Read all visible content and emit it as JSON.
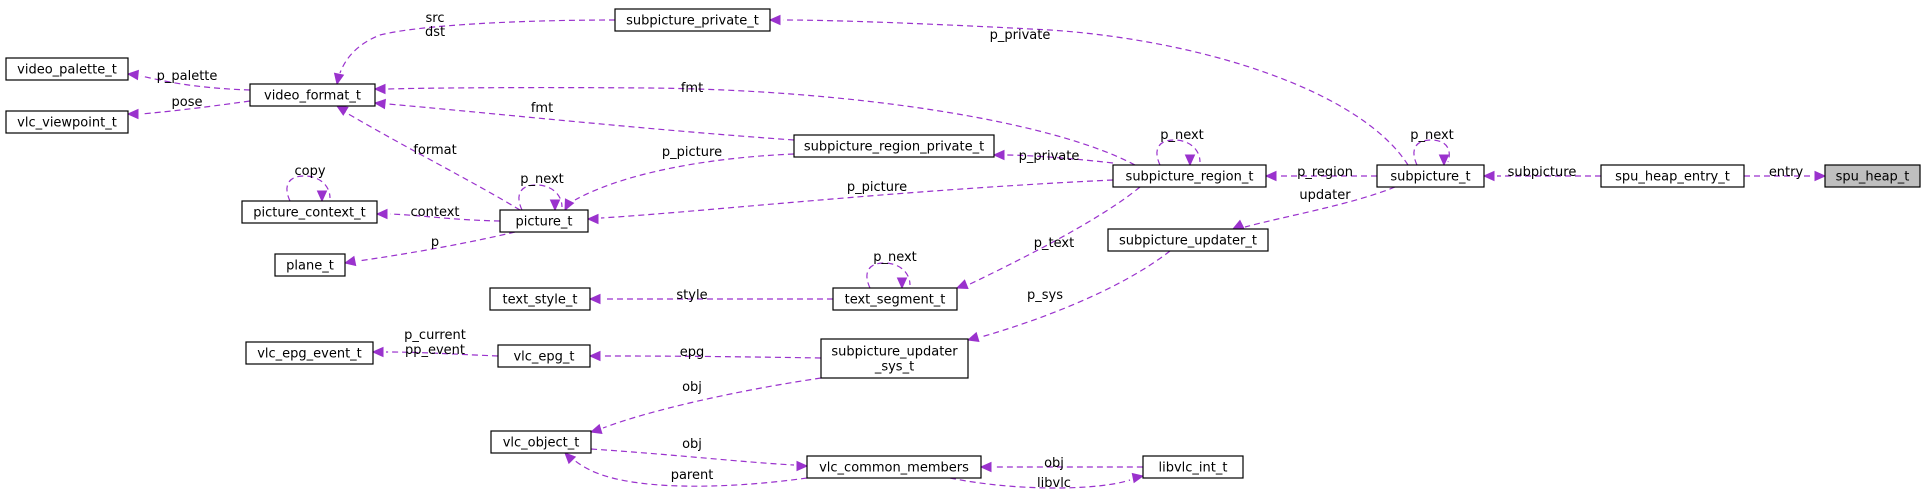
{
  "nodes": [
    {
      "id": "spu_heap_t",
      "label": "spu_heap_t",
      "root": true
    },
    {
      "id": "spu_heap_entry_t",
      "label": "spu_heap_entry_t"
    },
    {
      "id": "subpicture_t",
      "label": "subpicture_t"
    },
    {
      "id": "subpicture_private_t",
      "label": "subpicture_private_t"
    },
    {
      "id": "subpicture_region_t",
      "label": "subpicture_region_t"
    },
    {
      "id": "subpicture_updater_t",
      "label": "subpicture_updater_t"
    },
    {
      "id": "subpicture_region_private_t",
      "label": "subpicture_region_private_t"
    },
    {
      "id": "video_format_t",
      "label": "video_format_t"
    },
    {
      "id": "video_palette_t",
      "label": "video_palette_t"
    },
    {
      "id": "vlc_viewpoint_t",
      "label": "vlc_viewpoint_t"
    },
    {
      "id": "picture_context_t",
      "label": "picture_context_t"
    },
    {
      "id": "picture_t",
      "label": "picture_t"
    },
    {
      "id": "plane_t",
      "label": "plane_t"
    },
    {
      "id": "text_style_t",
      "label": "text_style_t"
    },
    {
      "id": "text_segment_t",
      "label": "text_segment_t"
    },
    {
      "id": "vlc_epg_event_t",
      "label": "vlc_epg_event_t"
    },
    {
      "id": "vlc_epg_t",
      "label": "vlc_epg_t"
    },
    {
      "id": "subpicture_updater_sys_t",
      "label": "subpicture_updater\n_sys_t"
    },
    {
      "id": "vlc_object_t",
      "label": "vlc_object_t"
    },
    {
      "id": "vlc_common_members",
      "label": "vlc_common_members"
    },
    {
      "id": "libvlc_int_t",
      "label": "libvlc_int_t"
    }
  ],
  "edges": [
    {
      "from": "spu_heap_entry_t",
      "to": "spu_heap_t",
      "label": "entry"
    },
    {
      "from": "subpicture_t",
      "to": "spu_heap_entry_t",
      "label": "subpicture"
    },
    {
      "from": "subpicture_t",
      "to": "subpicture_t",
      "label": "p_next"
    },
    {
      "from": "subpicture_private_t",
      "to": "subpicture_t",
      "label": "p_private"
    },
    {
      "from": "subpicture_region_t",
      "to": "subpicture_t",
      "label": "p_region"
    },
    {
      "from": "subpicture_updater_t",
      "to": "subpicture_t",
      "label": "updater"
    },
    {
      "from": "subpicture_region_t",
      "to": "subpicture_region_t",
      "label": "p_next"
    },
    {
      "from": "video_format_t",
      "to": "subpicture_region_t",
      "label": "fmt"
    },
    {
      "from": "subpicture_region_private_t",
      "to": "subpicture_region_t",
      "label": "p_private"
    },
    {
      "from": "picture_t",
      "to": "subpicture_region_t",
      "label": "p_picture"
    },
    {
      "from": "text_segment_t",
      "to": "subpicture_region_t",
      "label": "p_text"
    },
    {
      "from": "video_format_t",
      "to": "subpicture_private_t",
      "label": "src\ndst"
    },
    {
      "from": "video_format_t",
      "to": "subpicture_region_private_t",
      "label": "fmt"
    },
    {
      "from": "picture_t",
      "to": "subpicture_region_private_t",
      "label": "p_picture"
    },
    {
      "from": "video_palette_t",
      "to": "video_format_t",
      "label": "p_palette"
    },
    {
      "from": "vlc_viewpoint_t",
      "to": "video_format_t",
      "label": "pose"
    },
    {
      "from": "video_format_t",
      "to": "picture_t",
      "label": "format"
    },
    {
      "from": "picture_t",
      "to": "picture_t",
      "label": "p_next"
    },
    {
      "from": "picture_context_t",
      "to": "picture_t",
      "label": "context"
    },
    {
      "from": "plane_t",
      "to": "picture_t",
      "label": "p"
    },
    {
      "from": "picture_context_t",
      "to": "picture_context_t",
      "label": "copy"
    },
    {
      "from": "text_segment_t",
      "to": "text_segment_t",
      "label": "p_next"
    },
    {
      "from": "text_style_t",
      "to": "text_segment_t",
      "label": "style"
    },
    {
      "from": "subpicture_updater_sys_t",
      "to": "subpicture_updater_t",
      "label": "p_sys"
    },
    {
      "from": "vlc_epg_t",
      "to": "subpicture_updater_sys_t",
      "label": "epg"
    },
    {
      "from": "vlc_object_t",
      "to": "subpicture_updater_sys_t",
      "label": "obj"
    },
    {
      "from": "vlc_epg_event_t",
      "to": "vlc_epg_t",
      "label": "p_current\npp_event"
    },
    {
      "from": "vlc_object_t",
      "to": "vlc_common_members",
      "label": "parent"
    },
    {
      "from": "vlc_common_members",
      "to": "vlc_object_t",
      "label": "obj"
    },
    {
      "from": "vlc_common_members",
      "to": "libvlc_int_t",
      "label": "obj"
    },
    {
      "from": "libvlc_int_t",
      "to": "vlc_common_members",
      "label": "libvlc"
    }
  ]
}
